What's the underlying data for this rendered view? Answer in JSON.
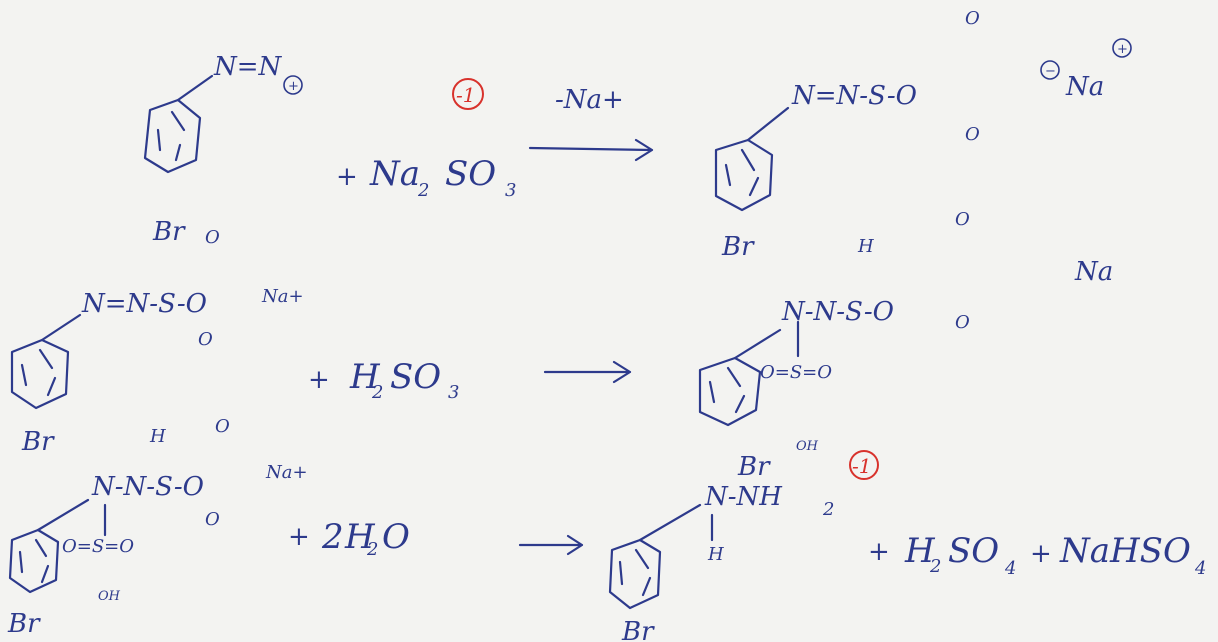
{
  "reaction1": {
    "reactant_top": "N=N",
    "reactant_charge": "+",
    "reactant_br": "Br",
    "plus": "+",
    "reagent": "Na2SO3",
    "reagent_main": "Na",
    "reagent_sub": "2",
    "reagent_so": "SO",
    "reagent_sub2": "3",
    "score": "-1",
    "arrow_label": "-Na+",
    "product_chain": "N=N-S-O",
    "product_o_top": "O",
    "product_o_bot": "O",
    "product_charge_neg": "−",
    "product_na": "Na",
    "product_charge_pos": "+",
    "product_br": "Br"
  },
  "reaction2": {
    "reactant_chain": "N=N-S-O",
    "reactant_o_top": "O",
    "reactant_o_bot": "O",
    "reactant_na": "Na+",
    "reactant_br": "Br",
    "plus": "+",
    "reagent_main": "H",
    "reagent_sub": "2",
    "reagent_so": "SO",
    "reagent_sub2": "3",
    "product_h": "H",
    "product_chain": "N-N-S-O",
    "product_o_top": "O",
    "product_o_bot": "O",
    "product_na": "Na",
    "product_sub_group": "O=S=O",
    "product_oh": "OH",
    "product_br": "Br"
  },
  "reaction3": {
    "reactant_h": "H",
    "reactant_chain": "N-N-S-O",
    "reactant_o_top": "O",
    "reactant_o_bot": "O",
    "reactant_na": "Na+",
    "reactant_sub_group": "O=S=O",
    "reactant_oh": "OH",
    "reactant_br": "Br",
    "plus": "+",
    "reagent": "2H2O",
    "reagent_coef": "2",
    "reagent_h": "H",
    "reagent_sub": "2",
    "reagent_o": "O",
    "score": "-1",
    "product_chain": "N-NH",
    "product_sub": "2",
    "product_h": "H",
    "product_br": "Br",
    "plus2": "+",
    "h2so4": "H",
    "h2so4_sub": "2",
    "h2so4_so": "SO",
    "h2so4_sub2": "4",
    "plus3": "+",
    "nahso4": "NaHSO",
    "nahso4_sub": "4"
  }
}
